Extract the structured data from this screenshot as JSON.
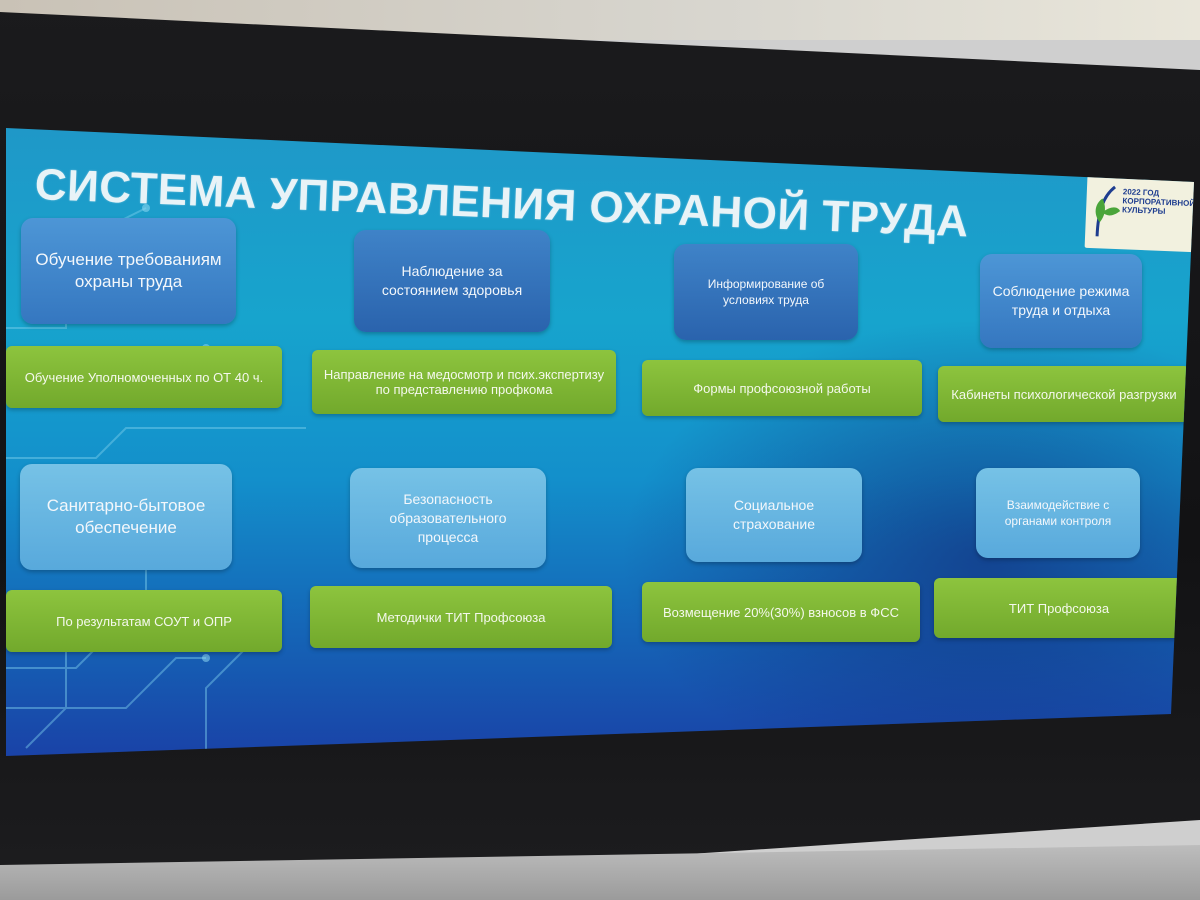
{
  "slide": {
    "title": "СИСТЕМА УПРАВЛЕНИЯ ОХРАНОЙ ТРУДА",
    "logo_text": "2022 ГОД КОРПОРАТИВНОЙ КУЛЬТУРЫ",
    "row1": [
      {
        "heading": "Обучение требованиям охраны труда",
        "detail": "Обучение Уполномоченных по ОТ 40 ч."
      },
      {
        "heading": "Наблюдение за состоянием здоровья",
        "detail": "Направление на медосмотр и псих.экспертизу по представлению профкома"
      },
      {
        "heading": "Информирование об условиях труда",
        "detail": "Формы профсоюзной работы"
      },
      {
        "heading": "Соблюдение режима труда и отдыха",
        "detail": "Кабинеты психологической разгрузки"
      }
    ],
    "row2": [
      {
        "heading": "Санитарно-бытовое обеспечение",
        "detail": "По результатам СОУТ и ОПР"
      },
      {
        "heading": "Безопасность образовательного процесса",
        "detail": "Методички ТИТ Профсоюза"
      },
      {
        "heading": "Социальное страхование",
        "detail": "Возмещение 20%(30%) взносов в ФСС"
      },
      {
        "heading": "Взаимодействие с органами контроля",
        "detail": "ТИТ Профсоюза"
      }
    ]
  },
  "colors": {
    "background_top": "#1f98c8",
    "background_bottom": "#1a3fa6",
    "green_box": "#8dc43e",
    "blue_box": "#3f83c8",
    "light_box": "#76c2e6"
  },
  "icons": {
    "logo": "leaf-logo-icon"
  }
}
